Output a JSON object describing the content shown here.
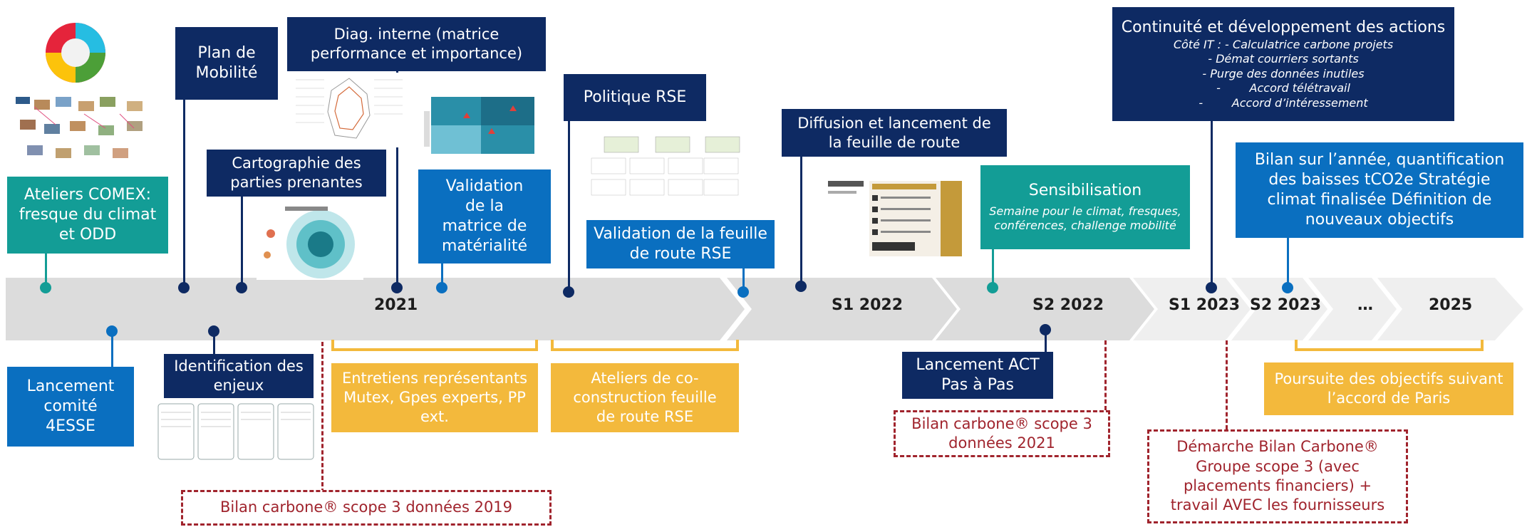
{
  "periods": {
    "p2021": "2021",
    "s1_2022": "S1 2022",
    "s2_2022": "S2 2022",
    "s1_2023": "S1 2023",
    "s2_2023": "S2 2023",
    "ellipsis": "…",
    "p2025": "2025"
  },
  "top": {
    "ateliers_comex": "Ateliers COMEX: fresque du climat et ODD",
    "plan_mobilite": "Plan de Mobilité",
    "cartographie": "Cartographie des parties prenantes",
    "diag_interne": "Diag. interne (matrice performance et importance)",
    "validation_matrice": "Validation de la matrice de matérialité",
    "politique_rse": "Politique RSE",
    "validation_feuille": "Validation de la feuille de route RSE",
    "diffusion": "Diffusion et lancement de la feuille de route",
    "sensibilisation_title": "Sensibilisation",
    "sensibilisation_sub": "Semaine pour le climat, fresques, conférences, challenge mobilité",
    "continuite_title": "Continuité et développement des actions",
    "continuite_l1": "Côté IT : - Calculatrice carbone projets",
    "continuite_l2": "- Démat courriers sortants",
    "continuite_l3": "- Purge des données inutiles",
    "continuite_l4": "-        Accord télétravail",
    "continuite_l5": "-        Accord d’intéressement",
    "bilan_annee": "Bilan sur l’année, quantification des baisses tCO2e Stratégie climat finalisée Définition de nouveaux objectifs"
  },
  "bottom": {
    "lancement_comite": "Lancement comité 4ESSE",
    "identification": "Identification des enjeux",
    "entretiens": "Entretiens représentants Mutex, Gpes experts, PP ext.",
    "ateliers_coconstruction": "Ateliers de co-construction feuille de route RSE",
    "lancement_act": "Lancement ACT Pas à Pas",
    "poursuite": "Poursuite des objectifs suivant l’accord de Paris"
  },
  "dashed": {
    "bilan_2019": "Bilan carbone® scope 3 données 2019",
    "bilan_2021": "Bilan carbone® scope 3 données 2021",
    "demarche": "Démarche Bilan Carbone® Groupe scope 3 (avec placements financiers) + travail AVEC les fournisseurs"
  },
  "colors": {
    "navy": "#0e2a63",
    "blue": "#0a6fc0",
    "teal": "#139d96",
    "yellow": "#f3b93c",
    "dashed_red": "#a0242d",
    "arrow_grey": "#dcdcdc"
  }
}
